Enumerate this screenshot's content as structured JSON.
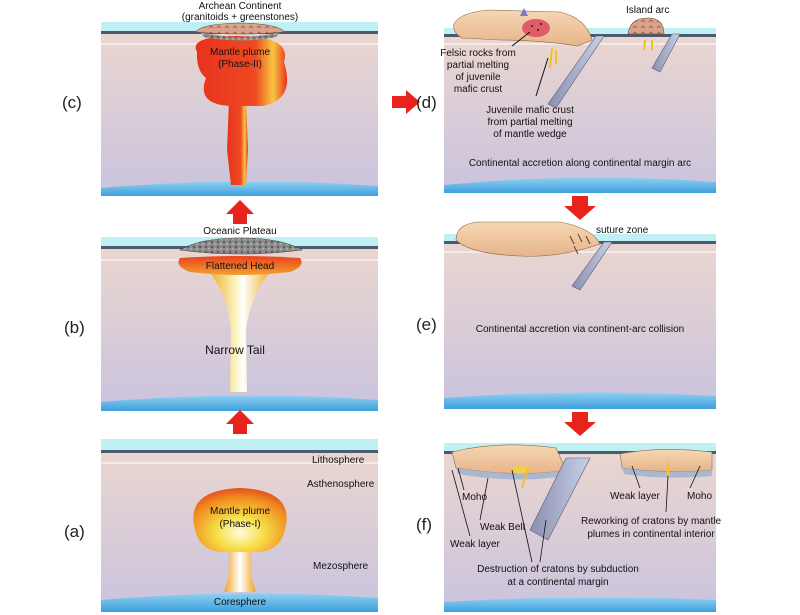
{
  "panels": {
    "a": {
      "letter": "(a)",
      "labels": {
        "lithosphere": "Lithosphere",
        "asthenosphere": "Asthenosphere",
        "plume": [
          "Mantle plume",
          "(Phase-I)"
        ],
        "mesosphere": "Mezosphere",
        "coresphere": "Coresphere"
      }
    },
    "b": {
      "letter": "(b)",
      "labels": {
        "plateau": "Oceanic Plateau",
        "head": "Flattened Head",
        "tail": "Narrow Tail"
      }
    },
    "c": {
      "letter": "(c)",
      "labels": {
        "continent": [
          "Archean Continent",
          "(granitoids + greenstones)"
        ],
        "plume": [
          "Mantle plume",
          "(Phase-II)"
        ]
      }
    },
    "d": {
      "letter": "(d)",
      "labels": {
        "island_arc": "Island arc",
        "felsic": [
          "Felsic rocks from",
          "partial melting",
          "of juvenile",
          "mafic crust"
        ],
        "mafic": [
          "Juvenile mafic crust",
          "from partial melting",
          "of mantle wedge"
        ],
        "caption": "Continental accretion along continental margin arc"
      }
    },
    "e": {
      "letter": "(e)",
      "labels": {
        "suture": "suture zone",
        "caption": "Continental accretion via continent-arc collision"
      }
    },
    "f": {
      "letter": "(f)",
      "labels": {
        "moho_left": "Moho",
        "weak_belt": "Weak Belt",
        "weak_layer_left": "Weak layer",
        "weak_layer_right": "Weak layer",
        "moho_right": "Moho",
        "reworking": [
          "Reworking of cratons by mantle",
          "plumes in continental interior"
        ],
        "destruction": [
          "Destruction of cratons by subduction",
          "at a continental margin"
        ]
      }
    }
  },
  "colors": {
    "mantle_top": "#ead6d0",
    "mantle_bottom": "#ccc4dd",
    "ocean": "#bff0f4",
    "lithosphere_line": "#4a5a70",
    "core": "#6fb8e6",
    "plume_red": "#e8321e",
    "plume_yellow": "#f7ef5a",
    "arrow_red": "#e8231b"
  }
}
